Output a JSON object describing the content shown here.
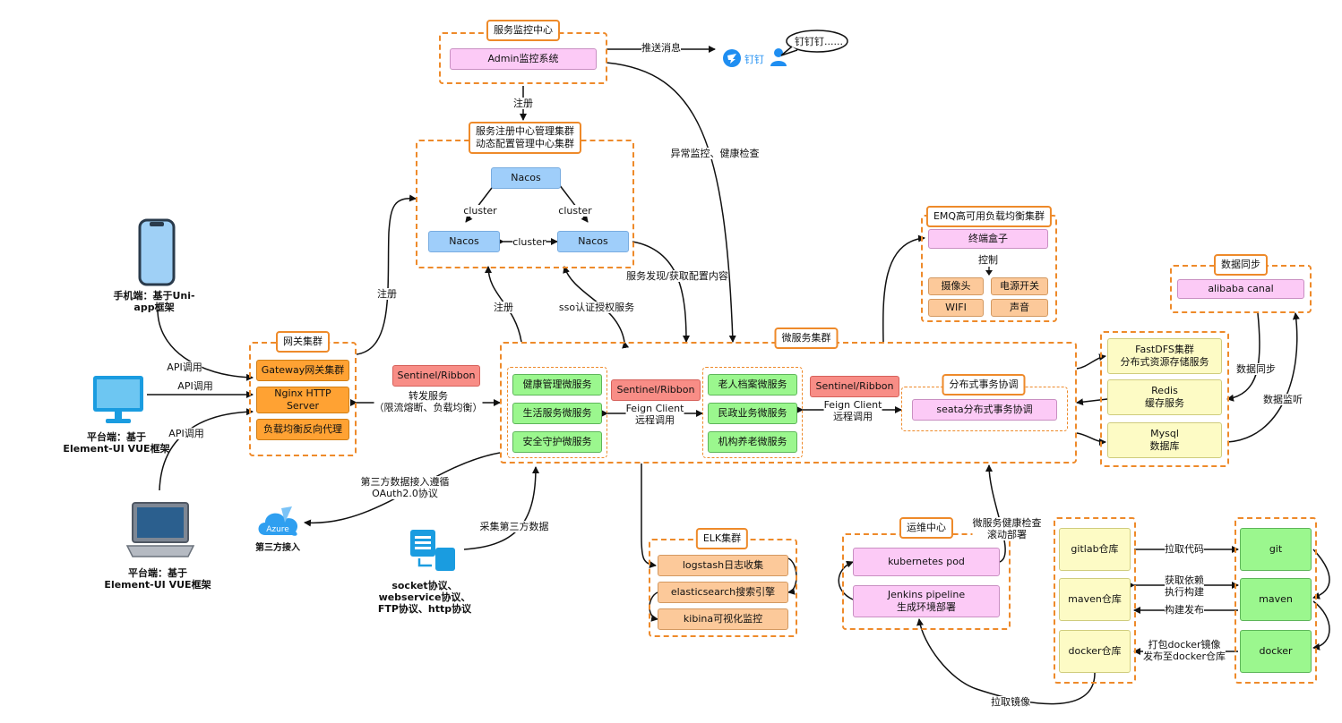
{
  "groups": {
    "monitor": {
      "title": "服务监控中心",
      "admin": "Admin监控系统"
    },
    "registry": {
      "title_line1": "服务注册中心管理集群",
      "title_line2": "动态配置管理中心集群",
      "nacos_top": "Nacos",
      "nacos_left": "Nacos",
      "nacos_right": "Nacos"
    },
    "gateway": {
      "title": "网关集群",
      "items": [
        "Gateway网关集群",
        "Nginx HTTP Server",
        "负载均衡反向代理"
      ]
    },
    "micro": {
      "title": "微服务集群",
      "left_items": [
        "健康管理微服务",
        "生活服务微服务",
        "安全守护微服务"
      ],
      "mid_items": [
        "老人档案微服务",
        "民政业务微服务",
        "机构养老微服务"
      ]
    },
    "tx": {
      "title": "分布式事务协调",
      "item": "seata分布式事务协调"
    },
    "emq": {
      "title": "EMQ高可用负载均衡集群",
      "box": "终端盒子",
      "control": "控制",
      "devices": [
        "摄像头",
        "电源开关",
        "WIFI",
        "声音"
      ]
    },
    "sync": {
      "title": "数据同步",
      "item": "alibaba canal"
    },
    "storage": {
      "items": [
        {
          "line1": "FastDFS集群",
          "line2": "分布式资源存储服务"
        },
        {
          "line1": "Redis",
          "line2": "缓存服务"
        },
        {
          "line1": "Mysql",
          "line2": "数据库"
        }
      ]
    },
    "elk": {
      "title": "ELK集群",
      "items": [
        "logstash日志收集",
        "elasticsearch搜索引擎",
        "kibina可视化监控"
      ]
    },
    "ops": {
      "title": "运维中心",
      "k8s": "kubernetes pod",
      "jenkins_line1": "Jenkins pipeline",
      "jenkins_line2": "生成环境部署"
    },
    "repos": {
      "items": [
        "gitlab仓库",
        "maven仓库",
        "docker仓库"
      ]
    },
    "tools": {
      "items": [
        "git",
        "maven",
        "docker"
      ]
    }
  },
  "badges": {
    "sentinel1": "Sentinel/Ribbon",
    "sentinel2": "Sentinel/Ribbon",
    "sentinel3": "Sentinel/Ribbon"
  },
  "clients": {
    "phone": {
      "line1": "手机端：基于Uni-",
      "line2": "app框架"
    },
    "desktop": {
      "line1": "平台端：基于",
      "line2": "Element-UI VUE框架"
    },
    "laptop": {
      "line1": "平台端：基于",
      "line2": "Element-UI VUE框架"
    }
  },
  "externals": {
    "dingtalk": "钉钉",
    "bubble": "钉钉钉......",
    "azure": "Azure",
    "third_party": "第三方接入",
    "proto_line1": "socket协议、",
    "proto_line2": "webservice协议、",
    "proto_line3": "FTP协议、http协议"
  },
  "labels": {
    "push": "推送消息",
    "register_top": "注册",
    "cluster1": "cluster",
    "cluster2": "cluster",
    "cluster3": "cluster",
    "anomaly": "异常监控、健康检查",
    "discovery": "服务发现/获取配置内容",
    "register_left": "注册",
    "register_mid": "注册",
    "sso": "sso认证授权服务",
    "api1": "API调用",
    "api2": "API调用",
    "api3": "API调用",
    "forward_line1": "转发服务",
    "forward_line2": "（限流熔断、负载均衡）",
    "feign1_line1": "Feign Client",
    "feign1_line2": "远程调用",
    "feign2_line1": "Feign Client",
    "feign2_line2": "远程调用",
    "oauth_line1": "第三方数据接入遵循",
    "oauth_line2": "OAuth2.0协议",
    "collect": "采集第三方数据",
    "health_line1": "微服务健康检查",
    "health_line2": "滚动部署",
    "data_sync": "数据同步",
    "data_listen": "数据监听",
    "pull_code": "拉取代码",
    "deps_line1": "获取依赖",
    "deps_line2": "执行构建",
    "build_publish": "构建发布",
    "docker_line1": "打包docker镜像",
    "docker_line2": "发布至docker仓库",
    "pull_image": "拉取镜像"
  }
}
